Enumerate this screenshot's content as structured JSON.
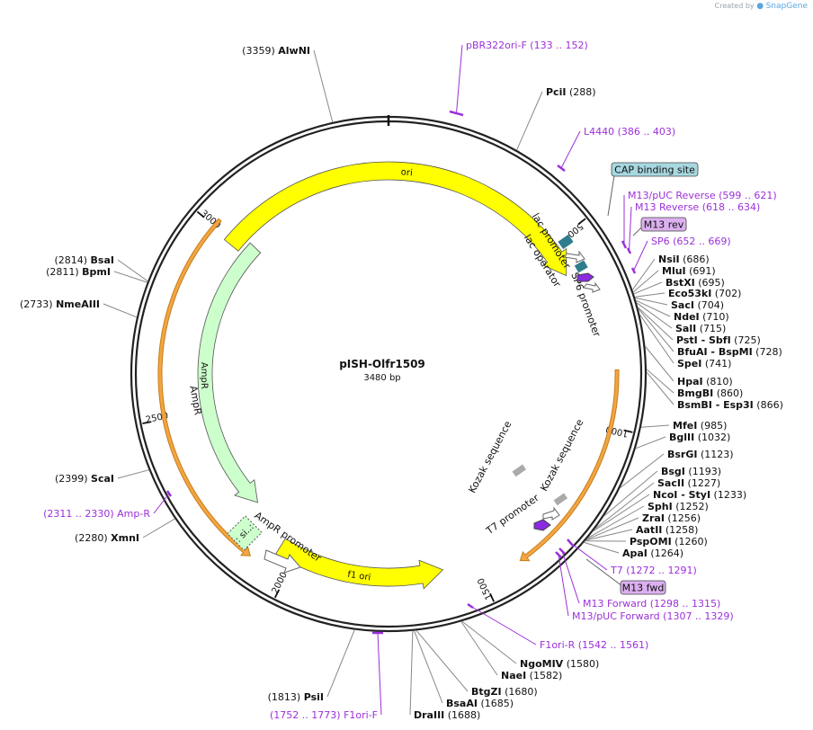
{
  "credit": {
    "prefix": "Created by",
    "brand": "SnapGene"
  },
  "plasmid": {
    "name": "pISH-Olfr1509",
    "size": 3480,
    "size_label": "3480 bp"
  },
  "ticks": [
    {
      "pos": 500,
      "label": "500"
    },
    {
      "pos": 1000,
      "label": "1000"
    },
    {
      "pos": 1500,
      "label": "1500"
    },
    {
      "pos": 2000,
      "label": "2000"
    },
    {
      "pos": 2500,
      "label": "2500"
    },
    {
      "pos": 3000,
      "label": "3000"
    }
  ],
  "features": [
    {
      "name": "ori",
      "start": 2990,
      "end": 590,
      "dir": 1,
      "ring": "main",
      "fill": "#ffff00",
      "stroke": "#555555",
      "label": "ori"
    },
    {
      "name": "AmpR",
      "start": 2180,
      "end": 3030,
      "dir": -1,
      "ring": "inner",
      "fill": "#ccffcc",
      "stroke": "#555555",
      "label": "AmpR"
    },
    {
      "name": "f1 ori",
      "start": 1590,
      "end": 2050,
      "dir": -1,
      "ring": "main",
      "fill": "#ffff00",
      "stroke": "#555555",
      "label": "f1 ori"
    },
    {
      "name": "orange-orf-1",
      "start": 860,
      "end": 1400,
      "dir": 1,
      "ring": "outer",
      "fill": "#f2a541",
      "stroke": "#f2a541",
      "label": ""
    },
    {
      "name": "orange-orf-2",
      "start": 2100,
      "end": 3020,
      "dir": -1,
      "ring": "outer",
      "fill": "#f2a541",
      "stroke": "#f2a541",
      "label": ""
    }
  ],
  "inner_labels": [
    {
      "text": "lac promoter",
      "pos": 560
    },
    {
      "text": "lac operator",
      "pos": 625
    },
    {
      "text": "SP6 promoter",
      "pos": 690
    },
    {
      "text": "Kozak sequence",
      "pos": 1195
    },
    {
      "text": "Kozak sequence",
      "pos": 1240
    },
    {
      "text": "T7 promoter",
      "pos": 1300
    },
    {
      "text": "AmpR promoter",
      "pos": 1950
    },
    {
      "text": "AmpR",
      "pos": 2700
    }
  ],
  "sites": [
    {
      "name": "AlwNI",
      "pos": "(3359)",
      "side": "left"
    },
    {
      "name": "PciI",
      "pos": "(288)",
      "side": "right"
    },
    {
      "name": "NsiI",
      "pos": "(686)",
      "side": "right"
    },
    {
      "name": "MluI",
      "pos": "(691)",
      "side": "right"
    },
    {
      "name": "BstXI",
      "pos": "(695)",
      "side": "right"
    },
    {
      "name": "Eco53kI",
      "pos": "(702)",
      "side": "right"
    },
    {
      "name": "SacI",
      "pos": "(704)",
      "side": "right"
    },
    {
      "name": "NdeI",
      "pos": "(710)",
      "side": "right"
    },
    {
      "name": "SalI",
      "pos": "(715)",
      "side": "right"
    },
    {
      "name": "PstI - SbfI",
      "pos": "(725)",
      "side": "right"
    },
    {
      "name": "BfuAI - BspMI",
      "pos": "(728)",
      "side": "right"
    },
    {
      "name": "SpeI",
      "pos": "(741)",
      "side": "right"
    },
    {
      "name": "HpaI",
      "pos": "(810)",
      "side": "right"
    },
    {
      "name": "BmgBI",
      "pos": "(860)",
      "side": "right"
    },
    {
      "name": "BsmBI - Esp3I",
      "pos": "(866)",
      "side": "right"
    },
    {
      "name": "MfeI",
      "pos": "(985)",
      "side": "right"
    },
    {
      "name": "BglII",
      "pos": "(1032)",
      "side": "right"
    },
    {
      "name": "BsrGI",
      "pos": "(1123)",
      "side": "right"
    },
    {
      "name": "BsgI",
      "pos": "(1193)",
      "side": "right"
    },
    {
      "name": "SacII",
      "pos": "(1227)",
      "side": "right"
    },
    {
      "name": "NcoI - StyI",
      "pos": "(1233)",
      "side": "right"
    },
    {
      "name": "SphI",
      "pos": "(1252)",
      "side": "right"
    },
    {
      "name": "ZraI",
      "pos": "(1256)",
      "side": "right"
    },
    {
      "name": "AatII",
      "pos": "(1258)",
      "side": "right"
    },
    {
      "name": "PspOMI",
      "pos": "(1260)",
      "side": "right"
    },
    {
      "name": "ApaI",
      "pos": "(1264)",
      "side": "right"
    },
    {
      "name": "NgoMIV",
      "pos": "(1580)",
      "side": "right"
    },
    {
      "name": "NaeI",
      "pos": "(1582)",
      "side": "right"
    },
    {
      "name": "BtgZI",
      "pos": "(1680)",
      "side": "right"
    },
    {
      "name": "BsaAI",
      "pos": "(1685)",
      "side": "right"
    },
    {
      "name": "DraIII",
      "pos": "(1688)",
      "side": "right"
    },
    {
      "name": "PsiI",
      "pos": "(1813)",
      "side": "left"
    },
    {
      "name": "XmnI",
      "pos": "(2280)",
      "side": "left"
    },
    {
      "name": "ScaI",
      "pos": "(2399)",
      "side": "left"
    },
    {
      "name": "NmeAIII",
      "pos": "(2733)",
      "side": "left"
    },
    {
      "name": "BpmI",
      "pos": "(2811)",
      "side": "left"
    },
    {
      "name": "BsaI",
      "pos": "(2814)",
      "side": "left"
    }
  ],
  "primers": [
    {
      "name": "pBR322ori-F",
      "range": "(133 .. 152)",
      "side": "right"
    },
    {
      "name": "L4440",
      "range": "(386 .. 403)",
      "side": "right"
    },
    {
      "name": "M13/pUC Reverse",
      "range": "(599 .. 621)",
      "side": "right"
    },
    {
      "name": "M13 Reverse",
      "range": "(618 .. 634)",
      "side": "right"
    },
    {
      "name": "SP6",
      "range": "(652 .. 669)",
      "side": "right"
    },
    {
      "name": "T7",
      "range": "(1272 .. 1291)",
      "side": "right"
    },
    {
      "name": "M13 Forward",
      "range": "(1298 .. 1315)",
      "side": "right"
    },
    {
      "name": "M13/pUC Forward",
      "range": "(1307 .. 1329)",
      "side": "right"
    },
    {
      "name": "F1ori-R",
      "range": "(1542 .. 1561)",
      "side": "right"
    },
    {
      "name": "F1ori-F",
      "range": "(1752 .. 1773)",
      "side": "left"
    },
    {
      "name": "Amp-R",
      "range": "(2311 .. 2330)",
      "side": "left"
    }
  ],
  "boxed_labels": [
    {
      "text": "CAP binding site",
      "fill": "#a7d8e0"
    },
    {
      "text": "M13 rev",
      "fill": "#dcb0f0"
    },
    {
      "text": "M13 fwd",
      "fill": "#dcb0f0"
    }
  ],
  "colors": {
    "ring": "#222222",
    "enzyme_line": "#888888",
    "primer": "#9b30d9",
    "feature_teal": "#2e7d8c",
    "feature_purple": "#8a2be2",
    "orange": "#f2a541"
  }
}
